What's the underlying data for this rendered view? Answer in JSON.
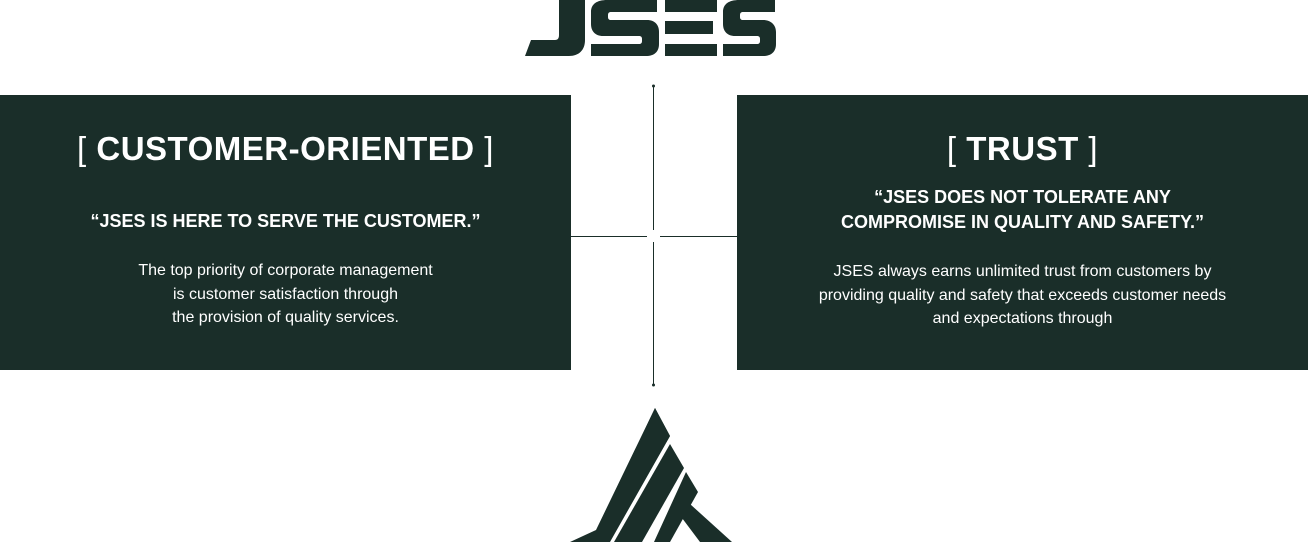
{
  "brand": {
    "logo_text": "JSES",
    "color": "#1a2e29"
  },
  "values": [
    {
      "bracket_open": "[",
      "title": "CUSTOMER-ORIENTED",
      "bracket_close": "]",
      "quote": "“JSES IS HERE TO SERVE THE CUSTOMER.”",
      "body": "The top priority of corporate management\nis customer satisfaction through\nthe provision of quality services."
    },
    {
      "bracket_open": "[",
      "title": "TRUST",
      "bracket_close": "]",
      "quote": "“JSES DOES NOT TOLERATE ANY\nCOMPROMISE IN QUALITY AND SAFETY.”",
      "body": "JSES always earns unlimited trust from customers by\nproviding quality and safety that exceeds customer needs\nand expectations through"
    }
  ],
  "icons": {
    "top_logo": "jses-wordmark-logo",
    "connector": "crosshair-connector",
    "bottom_logo": "jses-triangle-emblem"
  }
}
